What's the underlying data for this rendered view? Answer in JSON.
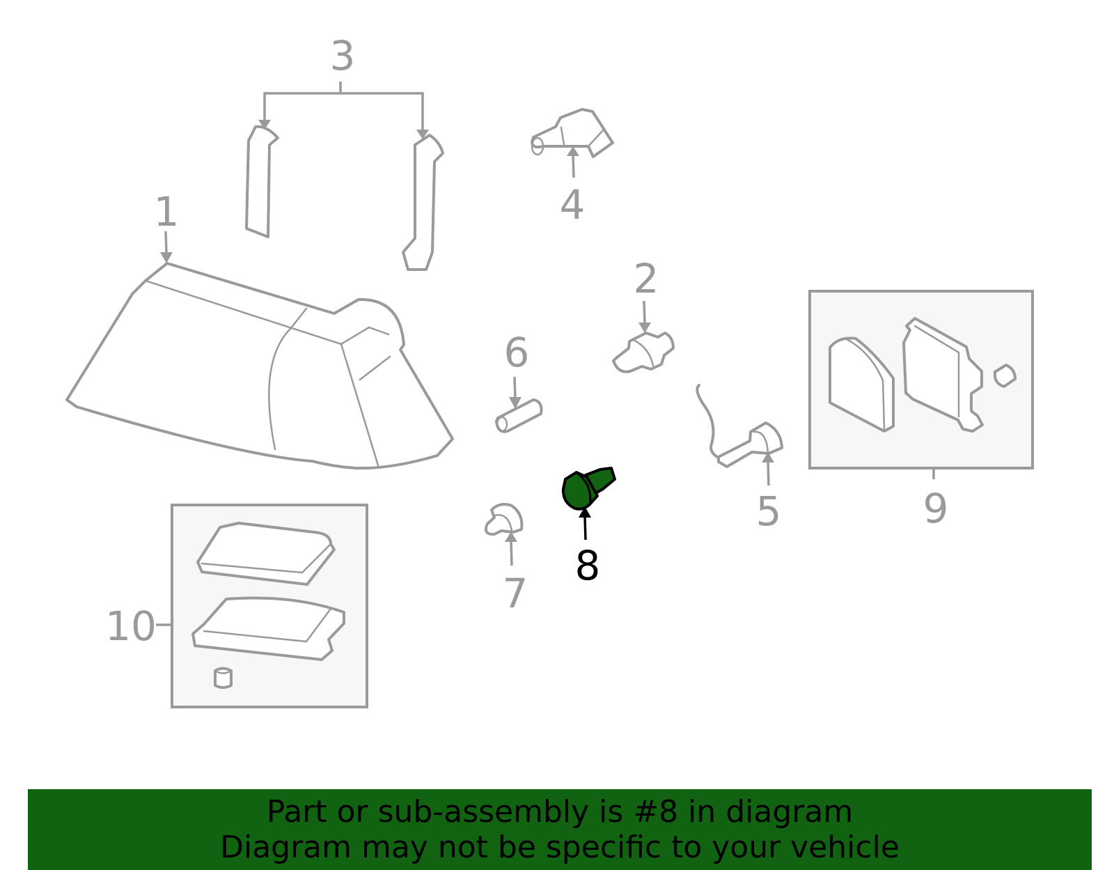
{
  "diagram": {
    "callouts": [
      "1",
      "2",
      "3",
      "4",
      "5",
      "6",
      "7",
      "8",
      "9",
      "10"
    ],
    "highlighted_part": "8",
    "highlight_color": "#116311",
    "line_color": "#9a9a9a"
  },
  "banner": {
    "line1": "Part or sub-assembly is #8 in diagram",
    "line2": "Diagram may not be specific to your vehicle",
    "background": "#116311"
  }
}
